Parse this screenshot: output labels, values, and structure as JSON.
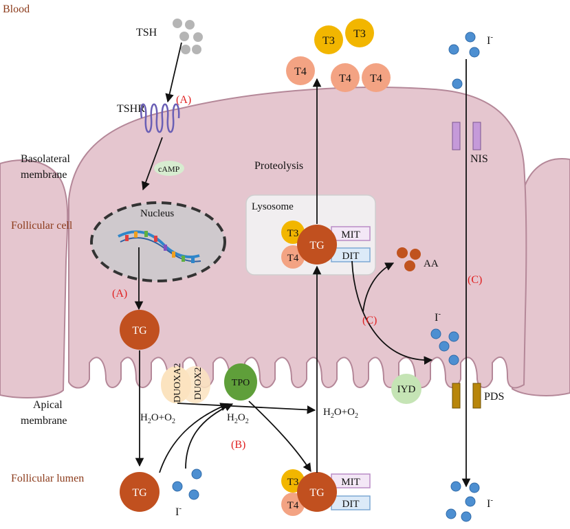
{
  "colors": {
    "membrane_fill": "#e5c6cf",
    "membrane_stroke": "#b48798",
    "section_label": "#8b3a1a",
    "annotation_red": "#e02020",
    "tg": "#c1501f",
    "t3": "#f2b600",
    "t4": "#f3a383",
    "mit_fill": "#f3e7f6",
    "mit_stroke": "#b98bc5",
    "dit_fill": "#dceaf8",
    "dit_stroke": "#7da8d4",
    "iodide": "#4d8fd1",
    "tpo": "#5f9f3a",
    "iyd": "#c5e4b5",
    "duox": "#fbe3bf",
    "nis": "#c59ad9",
    "pds": "#b8860b",
    "lysosome": "#f1eef0",
    "nucleus": "#cfc9cd",
    "aa": "#c0531f",
    "tsh": "#b5b5b5"
  },
  "labels": {
    "blood": "Blood",
    "basolateral_line1": "Basolateral",
    "basolateral_line2": "membrane",
    "follicular_cell": "Follicular cell",
    "apical_line1": "Apical",
    "apical_line2": "membrane",
    "follicular_lumen": "Follicular lumen",
    "tsh": "TSH",
    "tshr": "TSHR",
    "camp": "cAMP",
    "nucleus": "Nucleus",
    "proteolysis": "Proteolysis",
    "lysosome": "Lysosome",
    "nis": "NIS",
    "pds": "PDS",
    "iyd": "IYD",
    "tpo": "TPO",
    "duox_a2": "DUOXA2",
    "duox_2": "DUOX2",
    "aa": "AA",
    "tg": "TG",
    "t3": "T3",
    "t4": "T4",
    "mit": "MIT",
    "dit": "DIT",
    "iodide_base": "I",
    "iodide_charge": "-",
    "h2o": "H",
    "o2_o": "O",
    "sub2": "2",
    "h2o_tail": "O+O",
    "h2o2_h": "H",
    "h2o2_o": "O"
  },
  "annotations": {
    "a1": "(A)",
    "a2": "(A)",
    "b": "(B)",
    "c1": "(C)",
    "c2": "(C)"
  }
}
